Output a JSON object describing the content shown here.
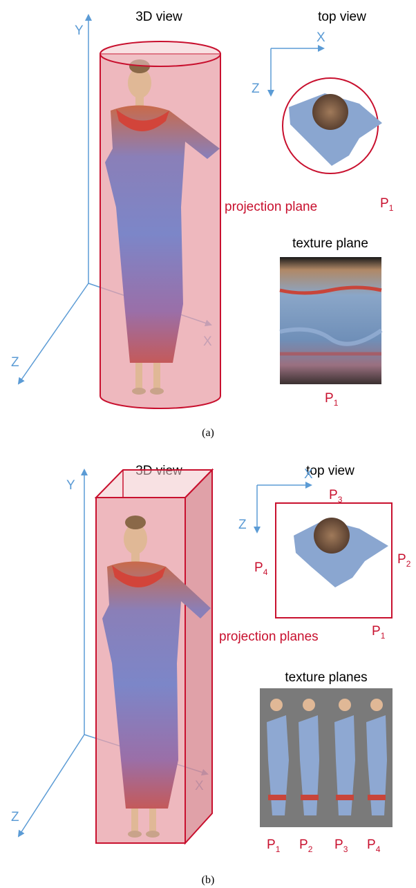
{
  "panel_a": {
    "view_3d_title": "3D view",
    "top_view_title": "top view",
    "axes_3d": {
      "y": "Y",
      "x": "X",
      "z": "Z"
    },
    "axes_top": {
      "x": "X",
      "z": "Z"
    },
    "projection_label": "projection plane",
    "p_label": {
      "base": "P",
      "sub": "1"
    },
    "texture_title": "texture plane",
    "texture_p_label": {
      "base": "P",
      "sub": "1"
    },
    "caption": "(a)"
  },
  "panel_b": {
    "view_3d_title": "3D view",
    "top_view_title": "top view",
    "axes_3d": {
      "y": "Y",
      "x": "X",
      "z": "Z"
    },
    "axes_top": {
      "x": "X",
      "z": "Z"
    },
    "plane_labels": {
      "p3": {
        "base": "P",
        "sub": "3"
      },
      "p2": {
        "base": "P",
        "sub": "2"
      },
      "p4": {
        "base": "P",
        "sub": "4"
      },
      "p1": {
        "base": "P",
        "sub": "1"
      }
    },
    "projection_label": "projection planes",
    "texture_title": "texture planes",
    "texture_p_labels": [
      {
        "base": "P",
        "sub": "1"
      },
      {
        "base": "P",
        "sub": "2"
      },
      {
        "base": "P",
        "sub": "3"
      },
      {
        "base": "P",
        "sub": "4"
      }
    ],
    "caption": "(b)"
  },
  "colors": {
    "axis": "#5b9bd5",
    "projection": "#c8102e",
    "shape_fill": "#e8a0a8"
  }
}
